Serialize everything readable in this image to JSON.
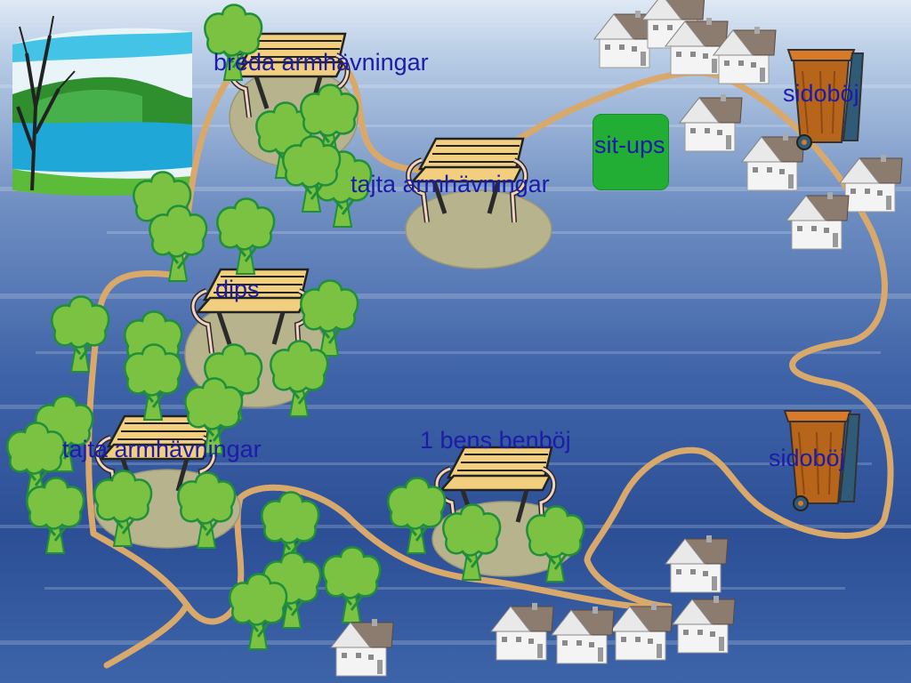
{
  "labels": {
    "breda": "breda armhävningar",
    "tajta_top": "tajta armhävningar",
    "dips": "dips",
    "tajta_left": "tajta armhävningar",
    "benboj": "1 bens benböj",
    "situps": "sit-ups",
    "sidoboj_top": "sidoböj",
    "sidoboj_bottom": "sidoböj"
  },
  "colors": {
    "path": "#d9a96b",
    "text": "#1c1ca8",
    "tree": "#7cc242",
    "tree_outline": "#1f8f3a",
    "bench": "#f2cf7e",
    "hill": "#b7b38d",
    "bin": "#b8651c",
    "situps": "#22ad35"
  },
  "icons": [
    "landscape-clipart-icon",
    "bench-icon",
    "tree-icon",
    "house-icon",
    "trash-bin-icon"
  ]
}
